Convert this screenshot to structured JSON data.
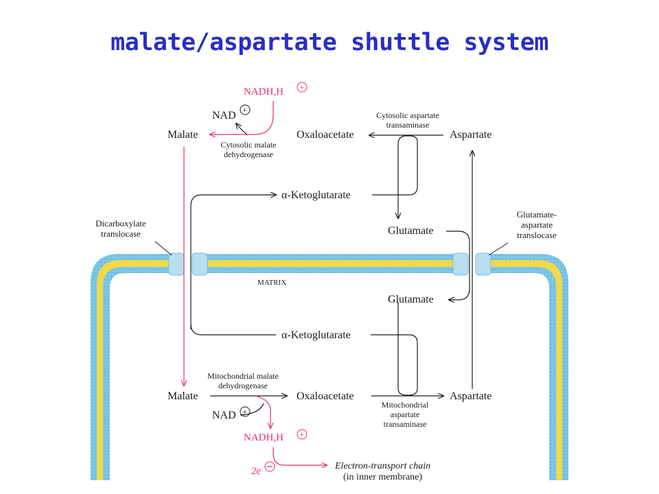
{
  "title": "malate/aspartate shuttle system",
  "cytosol": {
    "nadh": "NADH,H",
    "nad": "NAD",
    "malate": "Malate",
    "oxaloacetate": "Oxaloacetate",
    "aspartate": "Aspartate",
    "malate_dh": [
      "Cytosolic malate",
      "dehydrogenase"
    ],
    "asp_transaminase": [
      "Cytosolic aspartate",
      "transaminase"
    ],
    "ketoglutarate": "α-Ketoglutarate",
    "glutamate": "Glutamate"
  },
  "membrane": {
    "dicarboxylate": [
      "Dicarboxylate",
      "translocase"
    ],
    "glu_asp": [
      "Glutamate-",
      "aspartate",
      "translocase"
    ],
    "matrix": "MATRIX",
    "colors": {
      "outer": "#7ec8e8",
      "inner": "#efd84a",
      "pore": "#b7dff0"
    }
  },
  "matrix": {
    "glutamate": "Glutamate",
    "ketoglutarate": "α-Ketoglutarate",
    "malate": "Malate",
    "oxaloacetate": "Oxaloacetate",
    "aspartate": "Aspartate",
    "malate_dh": [
      "Mitochondrial malate",
      "dehydrogenase"
    ],
    "asp_transaminase": [
      "Mitochondrial",
      "aspartate",
      "transaminase"
    ],
    "nad": "NAD",
    "nadh": "NADH,H",
    "electrons": "2e",
    "etc": [
      "Electron-transport chain",
      "(in inner membrane)"
    ]
  },
  "colors": {
    "title": "#2a2ec2",
    "pink": "#e0306f",
    "black": "#1a1a1a"
  }
}
